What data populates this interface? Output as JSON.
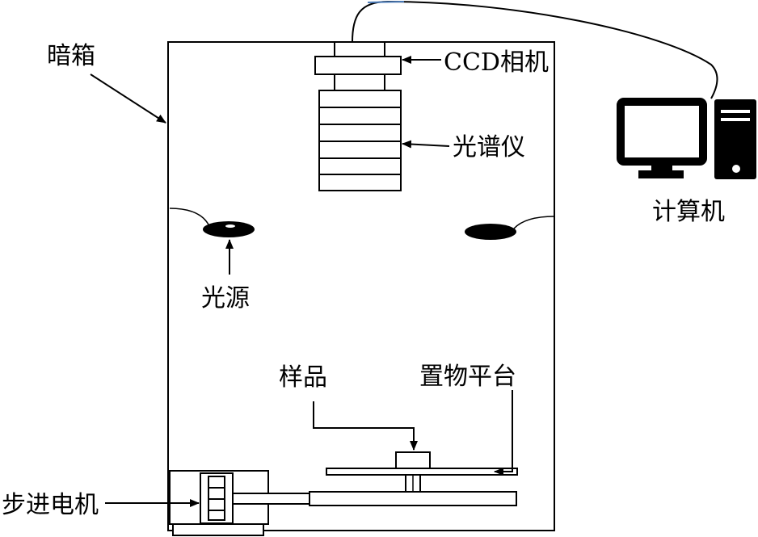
{
  "labels": {
    "dark_box": "暗箱",
    "ccd_camera": "CCD相机",
    "spectrometer": "光谱仪",
    "computer": "计算机",
    "light_source": "光源",
    "sample": "样品",
    "platform": "置物平台",
    "stepper_motor": "步进电机"
  },
  "colors": {
    "stroke": "#000000",
    "background": "#ffffff",
    "cable_tint": "#4a7ab8"
  },
  "icons": {
    "computer": "desktop-computer-icon"
  }
}
